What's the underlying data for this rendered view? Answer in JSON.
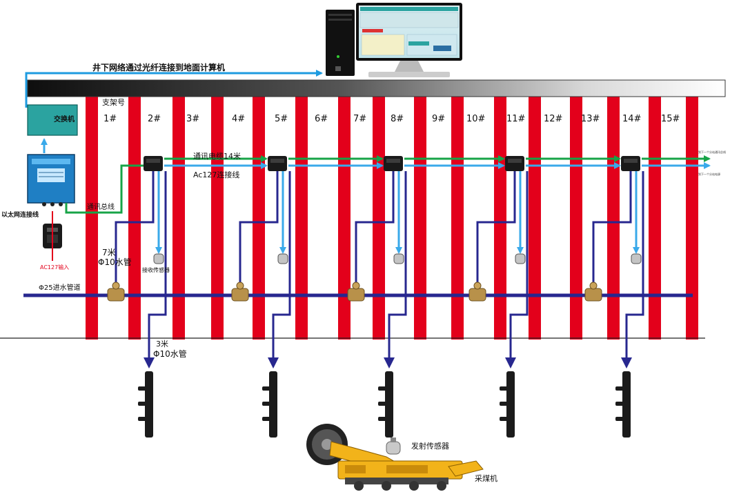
{
  "header_link_label": "井下网络通过光纤连接到地面计算机",
  "support_label": "支架号",
  "supports": [
    "1#",
    "2#",
    "3#",
    "4#",
    "5#",
    "6#",
    "7#",
    "8#",
    "9#",
    "10#",
    "11#",
    "12#",
    "13#",
    "14#",
    "15#"
  ],
  "switch_label": "交换机",
  "ethernet_label": "以太网连接线",
  "power_input_label": "AC127输入",
  "comm_cable_label": "通讯电缆14米",
  "ac_cable_label": "Ac127连接线",
  "bus_label": "通讯总线",
  "pipe_short_count": "7米",
  "pipe_short_size": "Φ10水管",
  "sensor_label": "接收传感器",
  "main_pipe_label": "Φ25进水管道",
  "pipe_long_count": "3米",
  "pipe_long_size": "Φ10水管",
  "right_line1": "到下一个分站通讯总线",
  "right_line2": "到下一个分站电源",
  "emitter_label": "发射传感器",
  "shearer_label": "采煤机",
  "colors": {
    "red_column": "#e3001b",
    "fiber_line": "#1e9be0",
    "comm_line": "#17a347",
    "ac_line": "#39a9ea",
    "water_pipe": "#27278f",
    "beam_dark": "#1a1a1a",
    "shearer": "#f2b31a",
    "screen_panel": "#2ba3a0"
  }
}
